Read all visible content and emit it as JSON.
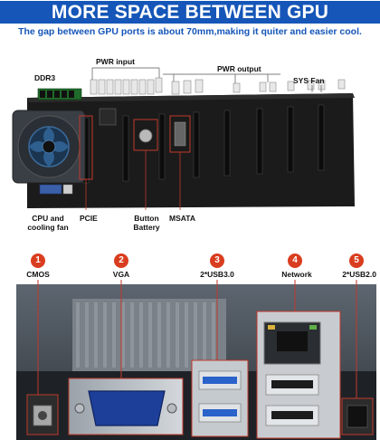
{
  "headline": "MORE SPACE BETWEEN GPU",
  "subheadline": "The gap between GPU ports is about 70mm,making it quiter and easier cool.",
  "board_labels": {
    "ddr3": "DDR3",
    "pwr_input": "PWR input",
    "pwr_output": "PWR output",
    "sys_fan": "SYS Fan",
    "cpu_line1": "CPU and",
    "cpu_line2": "cooling fan",
    "pcie": "PCIE",
    "button_line1": "Button",
    "button_line2": "Battery",
    "msata": "MSATA"
  },
  "ports": [
    {
      "number": "1",
      "label": "CMOS"
    },
    {
      "number": "2",
      "label": "VGA"
    },
    {
      "number": "3",
      "label": "2*USB3.0"
    },
    {
      "number": "4",
      "label": "Network"
    },
    {
      "number": "5",
      "label": "2*USB2.0"
    }
  ],
  "colors": {
    "brand_blue": "#1556b8",
    "badge_red": "#d93d1f",
    "callout_red": "#c0392b",
    "board_black": "#1b1b1b"
  }
}
